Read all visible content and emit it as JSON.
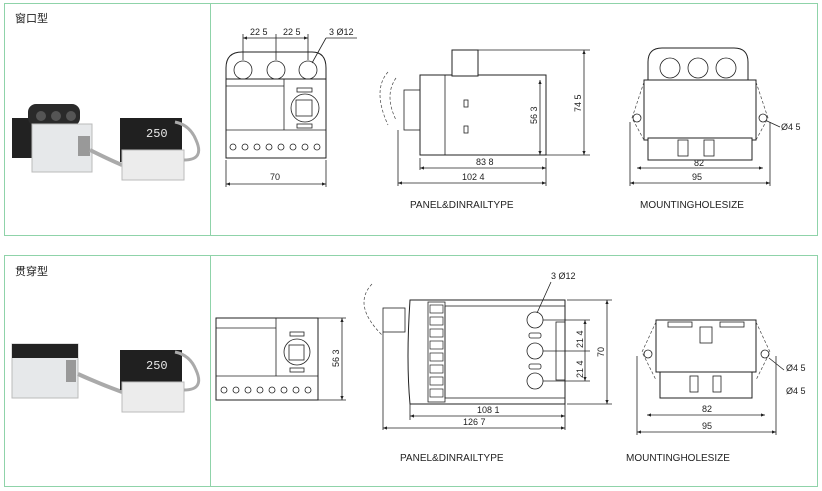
{
  "colors": {
    "frame": "#8fd3a9",
    "line": "#222222"
  },
  "sections": [
    {
      "title": "窗口型",
      "front": {
        "dim_spacing_1": "22 5",
        "dim_spacing_2": "22 5",
        "holes": "3 Ø12",
        "width": "70"
      },
      "side": {
        "height_inner": "56 3",
        "height_outer": "74 5",
        "depth_inner": "83 8",
        "depth_outer": "102 4",
        "label": "PANEL&DINRAILTYPE"
      },
      "mount": {
        "hole": "Ø4 5",
        "width_inner": "82",
        "width_outer": "95",
        "label": "MOUNTINGHOLESIZE"
      },
      "photo": {
        "display": "250"
      }
    },
    {
      "title": "贯穿型",
      "front": {
        "height": "56 3"
      },
      "side": {
        "holes": "3 Ø12",
        "spacing_1": "21 4",
        "spacing_2": "21 4",
        "height": "70",
        "depth_inner": "108 1",
        "depth_outer": "126 7",
        "label": "PANEL&DINRAILTYPE"
      },
      "mount": {
        "hole_1": "Ø4 5",
        "hole_2": "Ø4 5",
        "width_inner": "82",
        "width_outer": "95",
        "label": "MOUNTINGHOLESIZE"
      },
      "photo": {
        "display": "250"
      }
    }
  ]
}
